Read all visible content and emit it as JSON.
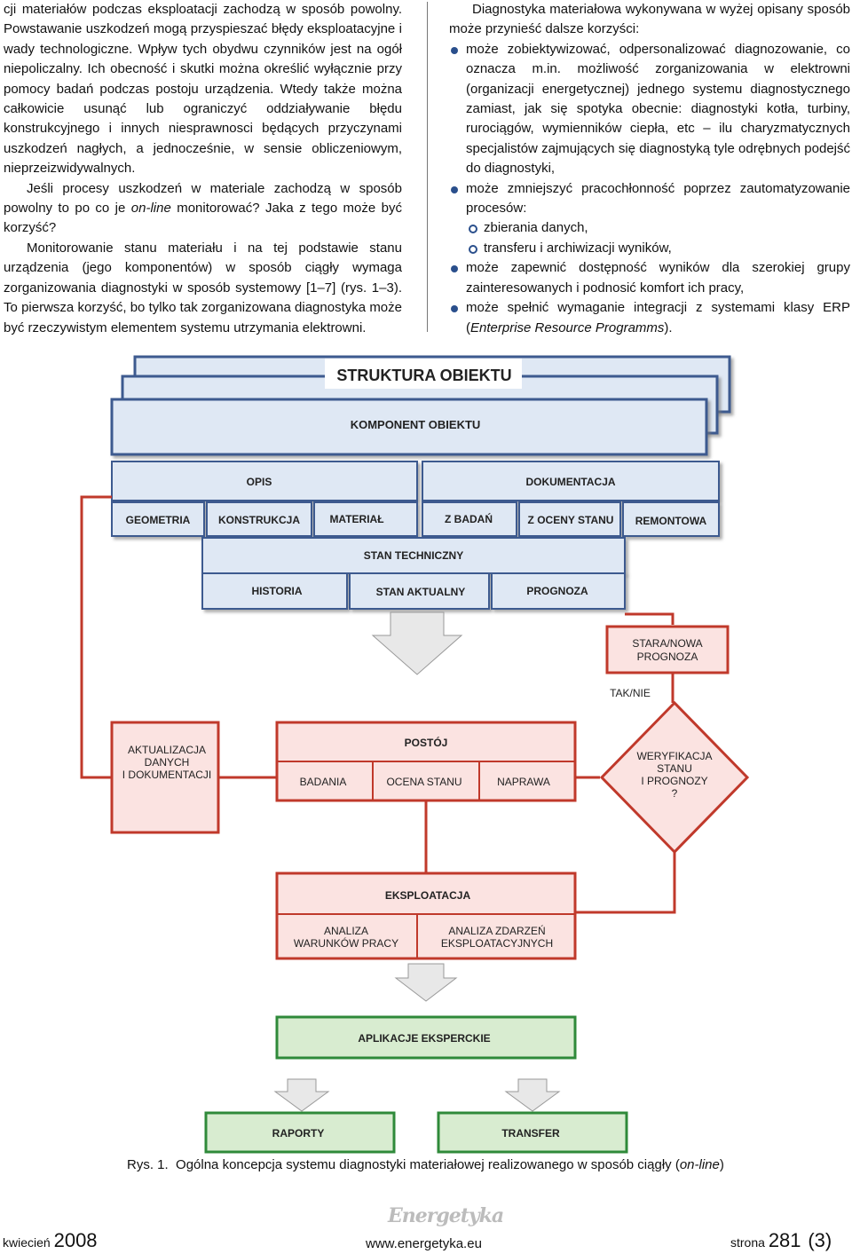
{
  "left_column": {
    "p1": "cji materiałów podczas eksploatacji zachodzą w sposób powolny. Powstawanie uszkodzeń mogą przyspieszać błędy eksploatacyjne i wady technologiczne. Wpływ tych obydwu czynników jest na ogół niepoliczalny. Ich obecność i skutki można określić wyłącznie przy pomocy badań podczas postoju urządzenia. Wtedy także można całkowicie usunąć lub ograniczyć oddziaływanie błędu konstrukcyjnego i innych niesprawnosci będących przyczynami uszkodzeń nagłych, a jednocześnie, w sensie obliczeniowym, nieprzeizwidywalnych.",
    "p2_a": "Jeśli procesy uszkodzeń w materiale zachodzą w sposób powolny to po co je ",
    "p2_em": "on-line",
    "p2_b": " monitorować? Jaka z tego może być korzyść?",
    "p3": "Monitorowanie stanu materiału i na tej podstawie stanu urządzenia (jego komponentów) w sposób ciągły wymaga zorganizowania diagnostyki w sposób systemowy [1–7] (rys. 1–3). To pierwsza korzyść, bo tylko tak zorganizowana diagnostyka może być rzeczywistym elementem systemu utrzymania elektrowni."
  },
  "right_column": {
    "intro": "Diagnostyka materiałowa wykonywana w wyżej opisany sposób może przynieść dalsze korzyści:",
    "b1": "może zobiektywizować, odpersonalizować diagnozowanie, co oznacza m.in. możliwość zorganizowania w elektrowni (organizacji energetycznej) jednego systemu diagnostycznego zamiast, jak się spotyka obecnie: diagnostyki kotła, turbiny, rurociągów, wymienników ciepła, etc – ilu charyzmatycznych specjalistów zajmujących się diagnostyką tyle odrębnych podejść do diagnostyki,",
    "b2": "może zmniejszyć pracochłonność poprzez zautomatyzowanie procesów:",
    "b2_s1": "zbierania danych,",
    "b2_s2": "transferu i archiwizacji wyników,",
    "b3": "może zapewnić dostępność wyników dla szerokiej grupy zainteresowanych i podnosić komfort ich pracy,",
    "b4_a": "może spełnić wymaganie integracji z systemami klasy ERP (",
    "b4_em": "Enterprise Resource Programms",
    "b4_b": ")."
  },
  "diagram": {
    "struktura": "STRUKTURA  OBIEKTU",
    "komponent": "KOMPONENT OBIEKTU",
    "opis": "OPIS",
    "geometria": "GEOMETRIA",
    "konstrukcja": "KONSTRUKCJA",
    "material": "MATERIAŁ",
    "dokumentacja": "DOKUMENTACJA",
    "z_badan": "Z BADAŃ",
    "z_oceny": "Z OCENY STANU",
    "remontowa": "REMONTOWA",
    "stan_techniczny": "STAN TECHNICZNY",
    "historia": "HISTORIA",
    "stan_aktualny": "STAN AKTUALNY",
    "prognoza": "PROGNOZA",
    "stara_nowa_1": "STARA/NOWA",
    "stara_nowa_2": "PROGNOZA",
    "tak_nie": "TAK/NIE",
    "aktualizacja_1": "AKTUALIZACJA",
    "aktualizacja_2": "DANYCH",
    "aktualizacja_3": "I DOKUMENTACJI",
    "postoj": "POSTÓJ",
    "badania": "BADANIA",
    "ocena_stanu": "OCENA STANU",
    "naprawa": "NAPRAWA",
    "weryfikacja_1": "WERYFIKACJA",
    "weryfikacja_2": "STANU",
    "weryfikacja_3": "I PROGNOZY",
    "weryfikacja_4": "?",
    "eksploatacja": "EKSPLOATACJA",
    "analiza_warunkow_1": "ANALIZA",
    "analiza_warunkow_2": "WARUNKÓW PRACY",
    "analiza_zdarzen_1": "ANALIZA ZDARZEŃ",
    "analiza_zdarzen_2": "EKSPLOATACYJNYCH",
    "aplikacje": "APLIKACJE EKSPERCKIE",
    "raporty": "RAPORTY",
    "transfer": "TRANSFER"
  },
  "caption": {
    "prefix": "Rys. 1.",
    "text_a": "Ogólna koncepcja systemu diagnostyki materiałowej realizowanego w sposób ciągły (",
    "text_em": "on-line",
    "text_b": ")"
  },
  "footer": {
    "month": "kwiecień",
    "year": "2008",
    "logo": "Energetyka",
    "url": "www.energetyka.eu",
    "page_label": "strona",
    "page_number": "281",
    "issue": "(3)"
  },
  "colors": {
    "blue_fill": "#dfe8f4",
    "blue_border": "#3d5a8f",
    "red_border": "#c0392b",
    "red_fill": "#fbe3e1",
    "green_fill": "#d8ecd0",
    "green_border": "#2f8a3a",
    "arrow_fill": "#e8e8e8",
    "bullet": "#2a4f8c"
  }
}
